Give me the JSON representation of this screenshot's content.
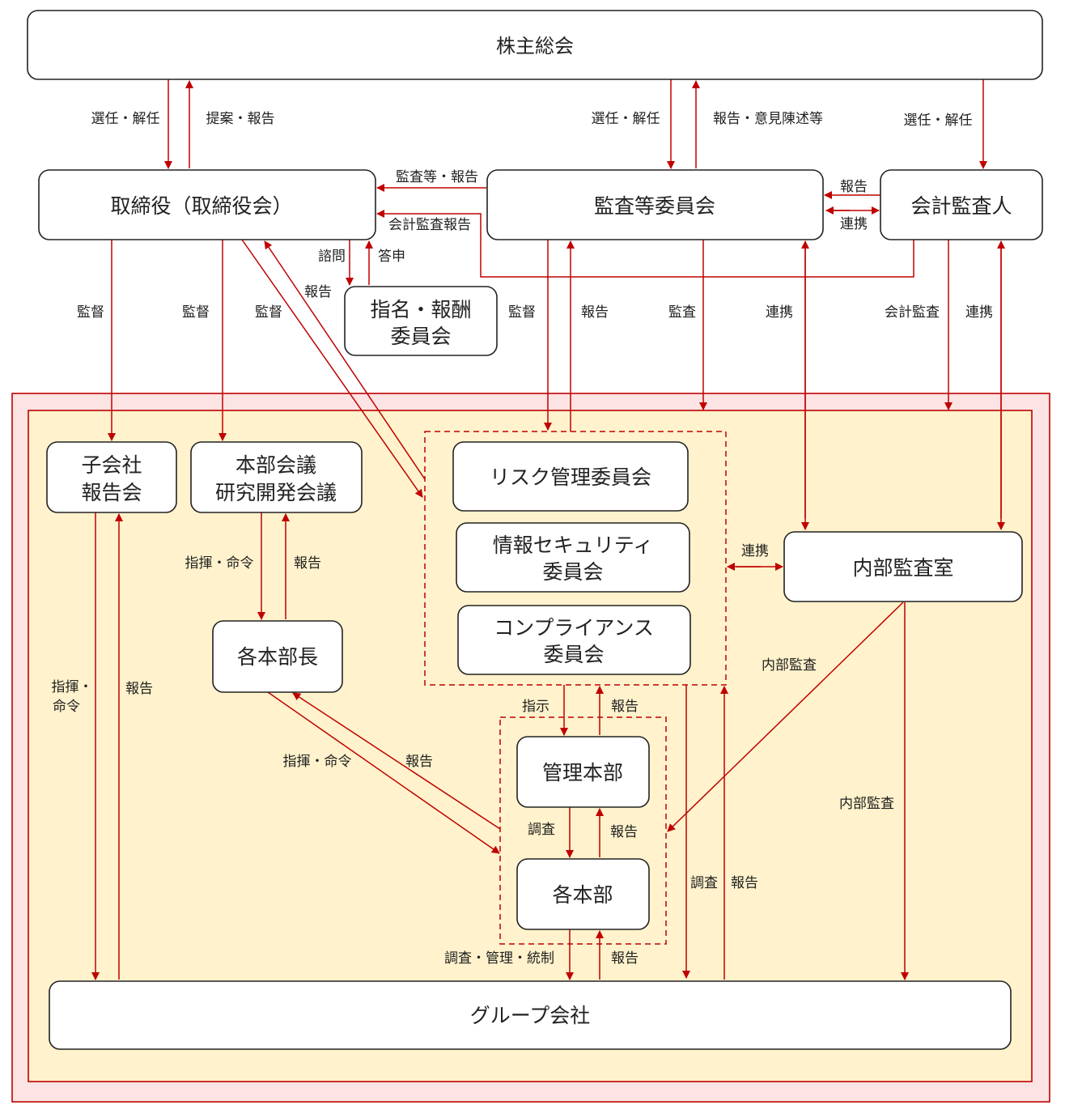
{
  "boxes": {
    "shareholders": "株主総会",
    "board": "取締役（取締役会）",
    "audit_committee": "監査等委員会",
    "accounting_auditor": "会計監査人",
    "nomination_committee": [
      "指名・報酬",
      "委員会"
    ],
    "subsidiary_meeting": [
      "子会社",
      "報告会"
    ],
    "hq_meeting": [
      "本部会議",
      "研究開発会議"
    ],
    "risk_committee": "リスク管理委員会",
    "infosec_committee": [
      "情報セキュリティ",
      "委員会"
    ],
    "compliance_committee": [
      "コンプライアンス",
      "委員会"
    ],
    "internal_audit": "内部監査室",
    "division_heads": "各本部長",
    "admin_hq": "管理本部",
    "divisions": "各本部",
    "group_companies": "グループ会社"
  },
  "labels": {
    "sel_dismiss_1": "選任・解任",
    "proposal_report": "提案・報告",
    "sel_dismiss_2": "選任・解任",
    "report_opinion": "報告・意見陳述等",
    "sel_dismiss_3": "選任・解任",
    "audit_report": "監査等・報告",
    "accounting_audit_report": "会計監査報告",
    "report_ca": "報告",
    "coop_ca": "連携",
    "consult": "諮問",
    "answer": "答申",
    "report_nom": "報告",
    "supervise_1": "監督",
    "supervise_2": "監督",
    "supervise_3": "監督",
    "supervise_4": "監督",
    "report_ac": "報告",
    "audit_ac": "監査",
    "coop_ac": "連携",
    "accounting_audit": "会計監査",
    "coop_ca2": "連携",
    "command_1": "指揮・命令",
    "report_hq": "報告",
    "coop_ia": "連携",
    "internal_audit_1": "内部監査",
    "internal_audit_2": "内部監査",
    "command_sub": [
      "指揮・",
      "命令"
    ],
    "report_sub": "報告",
    "command_2": "指揮・命令",
    "report_dh": "報告",
    "instruct": "指示",
    "report_cm": "報告",
    "investigate_1": "調査",
    "report_ad": "報告",
    "investigate_2": "調査",
    "report_gc": "報告",
    "investigate_manage": "調査・管理・統制",
    "report_div": "報告"
  },
  "colors": {
    "accent": "#c00000",
    "zone_outer": "#fce4e4",
    "zone_inner": "#fff2cc"
  }
}
